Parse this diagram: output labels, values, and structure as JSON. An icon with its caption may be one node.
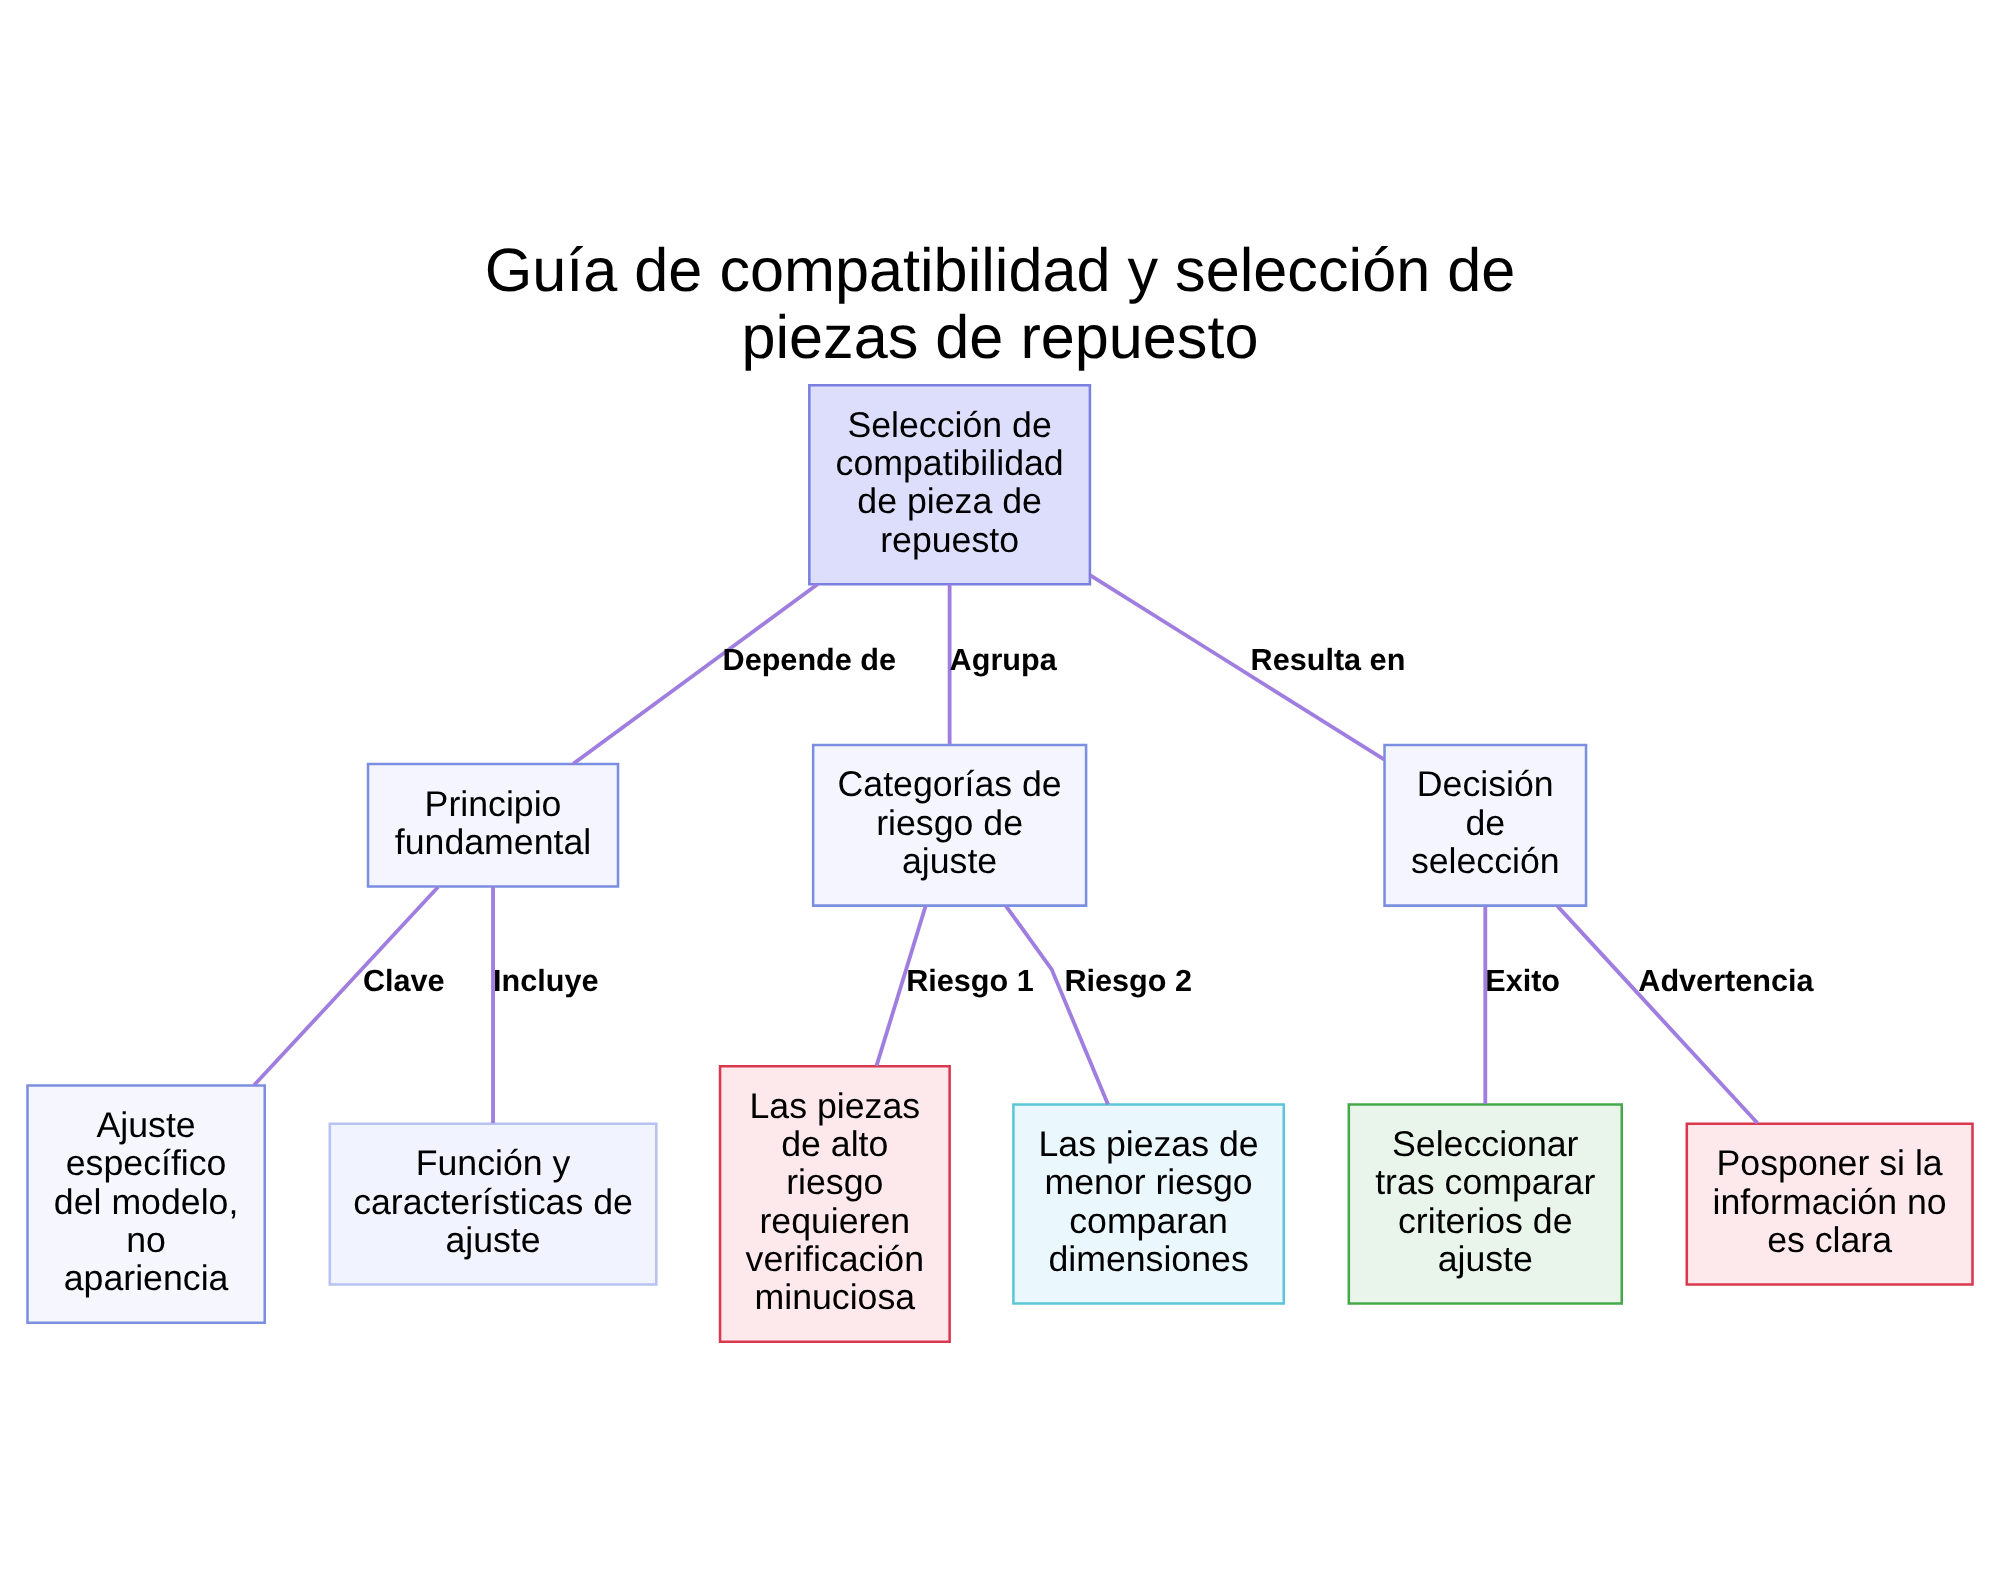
{
  "diagram": {
    "title": "Guía de compatibilidad y selección de piezas de repuesto",
    "nodes": [
      {
        "text": [
          "Selección de compatibilidad de pieza de repuesto"
        ]
      },
      {
        "text": [
          "Principio fundamental"
        ]
      },
      {
        "text": [
          "Categorías de riesgo de ajuste"
        ]
      },
      {
        "text": [
          "Decisión de selección"
        ]
      },
      {
        "text": [
          "Ajuste específico del modelo, no apariencia"
        ]
      },
      {
        "text": [
          "Función y características de ajuste"
        ]
      },
      {
        "text": [
          "Las piezas de alto riesgo requieren verificación minuciosa"
        ]
      },
      {
        "text": [
          "Las piezas de menor riesgo comparan dimensiones"
        ]
      },
      {
        "text": [
          "Seleccionar tras comparar criterios de ajuste"
        ]
      },
      {
        "text": [
          "Posponer si la información no es clara"
        ]
      }
    ],
    "edges": [
      {
        "from": 0,
        "to": 1,
        "arrow": "none",
        "label": "Depende de"
      },
      {
        "from": 0,
        "to": 2,
        "arrow": "none",
        "label": "Agrupa"
      },
      {
        "from": 0,
        "to": 3,
        "arrow": "none",
        "label": "Resulta en"
      },
      {
        "from": 1,
        "to": 4,
        "arrow": "none",
        "label": "Clave"
      },
      {
        "from": 1,
        "to": 5,
        "arrow": "none",
        "label": "Incluye"
      },
      {
        "from": 2,
        "to": 6,
        "arrow": "none",
        "label": "Riesgo 1"
      },
      {
        "from": 2,
        "to": 7,
        "arrow": "none",
        "label": "Riesgo 2"
      },
      {
        "from": 3,
        "to": 8,
        "arrow": "none",
        "label": "Exito"
      },
      {
        "from": 3,
        "to": 9,
        "arrow": "none",
        "label": "Advertencia"
      }
    ]
  }
}
